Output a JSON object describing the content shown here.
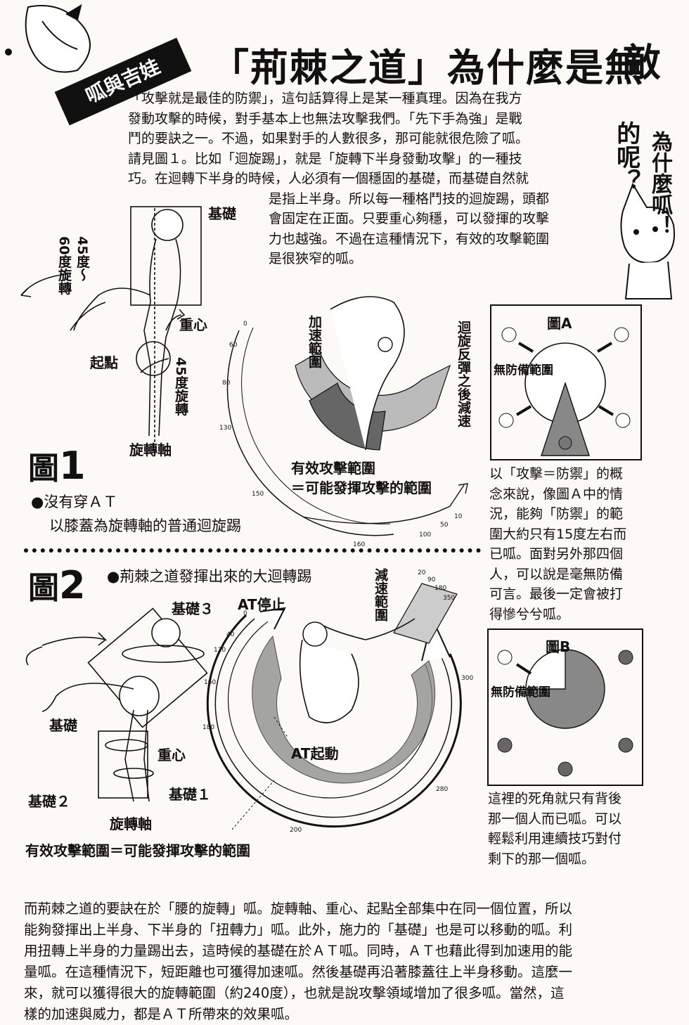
{
  "header": {
    "ribbon": "呱與吉娃",
    "title": "「荊棘之道」為什麼是無",
    "title_vertical": "敵",
    "title_vertical_small": "的呢？",
    "side_comment": "為什麼呱！"
  },
  "intro": {
    "line1": "「攻擊就是最佳的防禦」，這句話算得上是某一種真理。因為在我方",
    "line2": "發動攻擊的時候，對手基本上也無法攻擊我們。「先下手為強」是戰",
    "line3": "鬥的要訣之一。不過，如果對手的人數很多，那可能就很危險了呱。",
    "line4": "請見圖１。比如「迴旋踢」，就是「旋轉下半身發動攻擊」的一種技",
    "line5": "巧。在迴轉下半身的時候，人必須有一個穩固的基礎，而基礎自然就",
    "line6": "是指上半身。所以每一種格鬥技的迴旋踢，頭都",
    "line7": "會固定在正面。只要重心夠穩，可以發揮的攻擊",
    "line8": "力也越強。不過在這種情況下，有效的攻擊範圍",
    "line9": "是很狹窄的呱。"
  },
  "fig1": {
    "heading_char": "圖",
    "heading_num": "1",
    "base": "基礎",
    "angle_left_a": "60度旋轉",
    "angle_left_b": "45度〜",
    "center": "重心",
    "start": "起點",
    "angle45": "45度旋轉",
    "axis": "旋轉軸",
    "accel": "加速範圍",
    "decel": "迴旋反彈之後減速",
    "effective_1": "有效攻擊範圍",
    "effective_2": "＝可能發揮攻擊的範圍",
    "note_1": "●沒有穿ＡＴ",
    "note_2": "以膝蓋為旋轉軸的普通迴旋踢",
    "ticks": [
      "0",
      "60",
      "80",
      "130",
      "150",
      "160",
      "100",
      "50",
      "10"
    ]
  },
  "figA": {
    "title": "圖A",
    "label": "無防備範圍",
    "text1": "以「攻擊＝防禦」的概",
    "text2": "念來說，像圖Ａ中的情",
    "text3": "況，能夠「防禦」的範",
    "text4": "圍大約只有15度左右而",
    "text5": "已呱。面對另外那四個",
    "text6": "人，可以說是毫無防備",
    "text7": "可言。最後一定會被打",
    "text8": "得慘兮兮呱。"
  },
  "fig2": {
    "heading_char": "圖",
    "heading_num": "2",
    "note": "●荊棘之道發揮出來的大迴轉踢",
    "base3": "基礎３",
    "at_stop": "AT停止",
    "base": "基礎",
    "center": "重心",
    "at_start": "AT起動",
    "base2": "基礎２",
    "base1": "基礎１",
    "axis": "旋轉軸",
    "decel": "減速範圍",
    "effective": "有效攻擊範圍＝可能發揮攻擊的範圍",
    "ticks": [
      "0",
      "40",
      "120",
      "160",
      "180",
      "200",
      "280",
      "300",
      "20",
      "90",
      "180",
      "350"
    ]
  },
  "figB": {
    "title": "圖B",
    "label": "無防備範圍",
    "text1": "這裡的死角就只有背後",
    "text2": "那一個人而已呱。可以",
    "text3": "輕鬆利用連續技巧對付",
    "text4": "剩下的那一個呱。"
  },
  "bottom": {
    "line1": "而荊棘之道的要訣在於「腰的旋轉」呱。旋轉軸、重心、起點全部集中在同一個位置，所以",
    "line2": "能夠發揮出上半身、下半身的「扭轉力」呱。此外，施力的「基礎」也是可以移動的呱。利",
    "line3": "用扭轉上半身的力量踢出去，這時候的基礎在於ＡＴ呱。同時，ＡＴ也藉此得到加速用的能",
    "line4": "量呱。在這種情況下，短距離也可獲得加速呱。然後基礎再沿著膝蓋往上半身移動。這麼一",
    "line5": "來，就可以獲得很大的旋轉範圍（約240度），也就是說攻擊領域增加了很多呱。當然，這",
    "line6": "樣的加速與威力，都是ＡＴ所帶來的效果呱。"
  }
}
